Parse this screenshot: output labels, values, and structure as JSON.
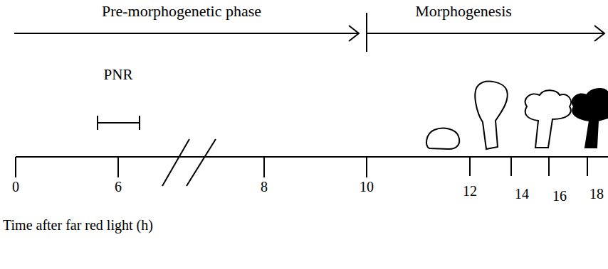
{
  "diagram": {
    "labels": [
      "Pre-morphogenetic phase",
      "Morphogenesis",
      "PNR",
      "0",
      "6",
      "8",
      "10",
      "12",
      "14",
      "16",
      "18",
      "Time after far red light (h)"
    ]
  }
}
